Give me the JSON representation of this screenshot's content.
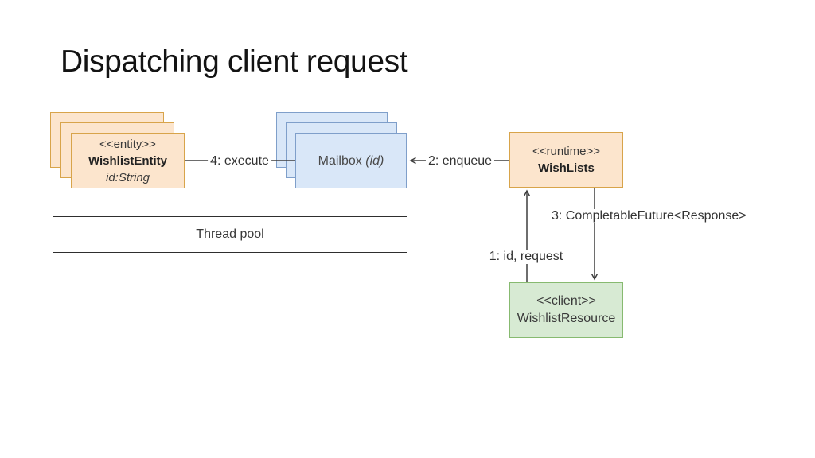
{
  "slide": {
    "title": "Dispatching client request"
  },
  "boxes": {
    "entity": {
      "stereotype": "<<entity>>",
      "name": "WishlistEntity",
      "attribute": "id:String"
    },
    "mailbox": {
      "name": "Mailbox",
      "param": "(id)"
    },
    "thread_pool": {
      "label": "Thread pool"
    },
    "runtime": {
      "stereotype": "<<runtime>>",
      "name": "WishLists"
    },
    "client": {
      "stereotype": "<<client>>",
      "name": "WishlistResource"
    }
  },
  "edges": {
    "execute_label": "4: execute",
    "enqueue_label": "2: enqueue",
    "request_label": "1: id, request",
    "future_label": "3: CompletableFuture<Response>"
  },
  "colors": {
    "orange_fill": "#fce5cd",
    "orange_stroke": "#d8a44a",
    "blue_fill": "#d9e7f8",
    "blue_stroke": "#7f9fca",
    "green_fill": "#d7ead3",
    "green_stroke": "#87ba70",
    "line": "#3d3d3d"
  }
}
